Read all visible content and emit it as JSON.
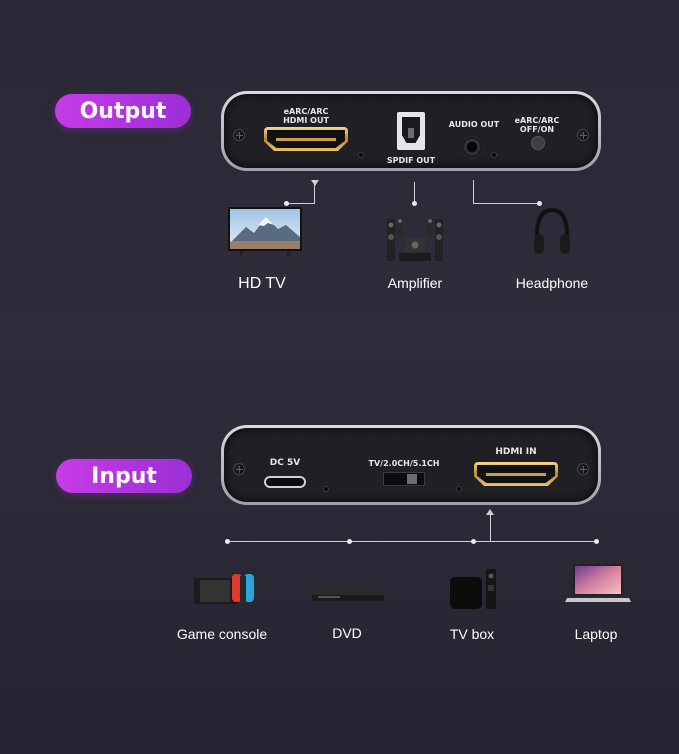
{
  "output": {
    "title": "Output",
    "ports": {
      "hdmi_out": "eARC/ARC\nHDMI OUT",
      "spdif": "SPDIF OUT",
      "audio_out": "AUDIO OUT",
      "earc_switch": "eARC/ARC\nOFF/ON"
    },
    "devices": [
      {
        "label": "HD TV",
        "icon": "tv-icon"
      },
      {
        "label": "Amplifier",
        "icon": "speaker-system-icon"
      },
      {
        "label": "Headphone",
        "icon": "headphone-icon"
      }
    ]
  },
  "input": {
    "title": "Input",
    "ports": {
      "dc": "DC 5V",
      "mode_switch": "TV/2.0CH/5.1CH",
      "hdmi_in": "HDMI IN"
    },
    "devices": [
      {
        "label": "Game console",
        "icon": "game-console-icon"
      },
      {
        "label": "DVD",
        "icon": "dvd-player-icon"
      },
      {
        "label": "TV box",
        "icon": "tv-box-icon"
      },
      {
        "label": "Laptop",
        "icon": "laptop-icon"
      }
    ]
  },
  "colors": {
    "accent": "#c63ce6",
    "background": "#2c2a36",
    "hdmi_gold": "#d4a94f"
  }
}
